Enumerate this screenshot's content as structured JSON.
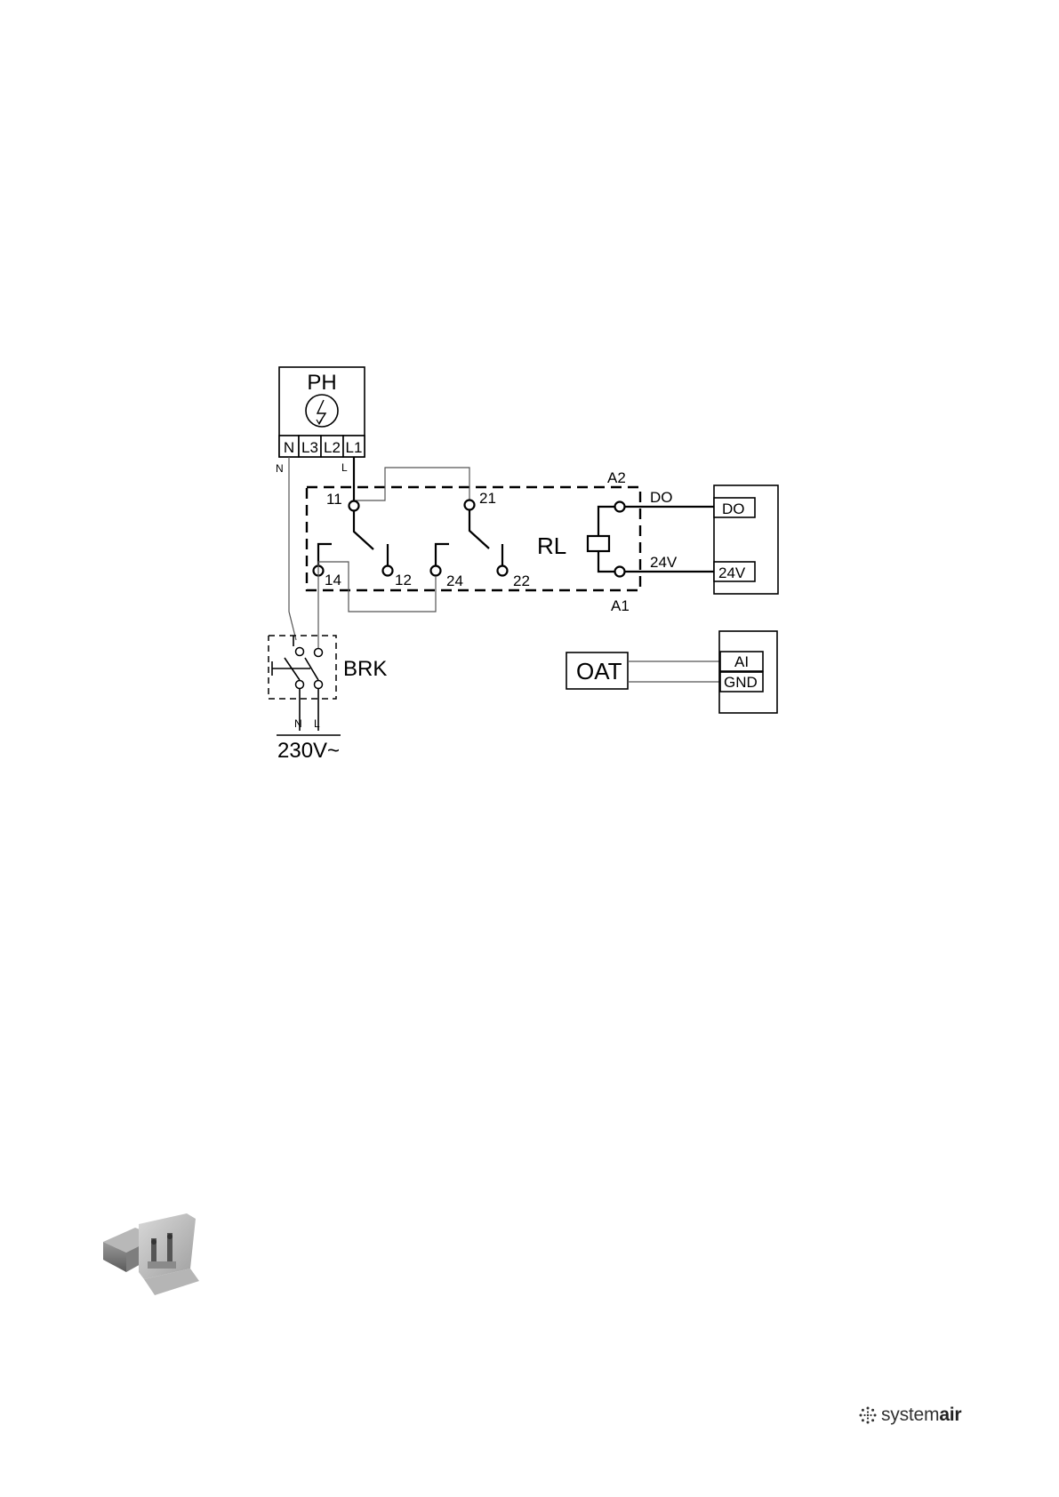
{
  "diagram": {
    "ph": {
      "title": "PH",
      "terminals": [
        "N",
        "L3",
        "L2",
        "L1"
      ],
      "wire_n": "N",
      "wire_l": "L"
    },
    "relay": {
      "name": "RL",
      "coil_top": "A2",
      "coil_bottom": "A1",
      "contacts": [
        "11",
        "12",
        "14",
        "21",
        "22",
        "24"
      ],
      "out_do": "DO",
      "out_24v": "24V"
    },
    "controller": {
      "do": "DO",
      "v24": "24V"
    },
    "breaker": {
      "name": "BRK",
      "n": "N",
      "l": "L",
      "supply": "230V~"
    },
    "sensor": {
      "name": "OAT",
      "ai": "AI",
      "gnd": "GND"
    }
  },
  "brand": {
    "prefix": "system",
    "suffix": "air"
  }
}
